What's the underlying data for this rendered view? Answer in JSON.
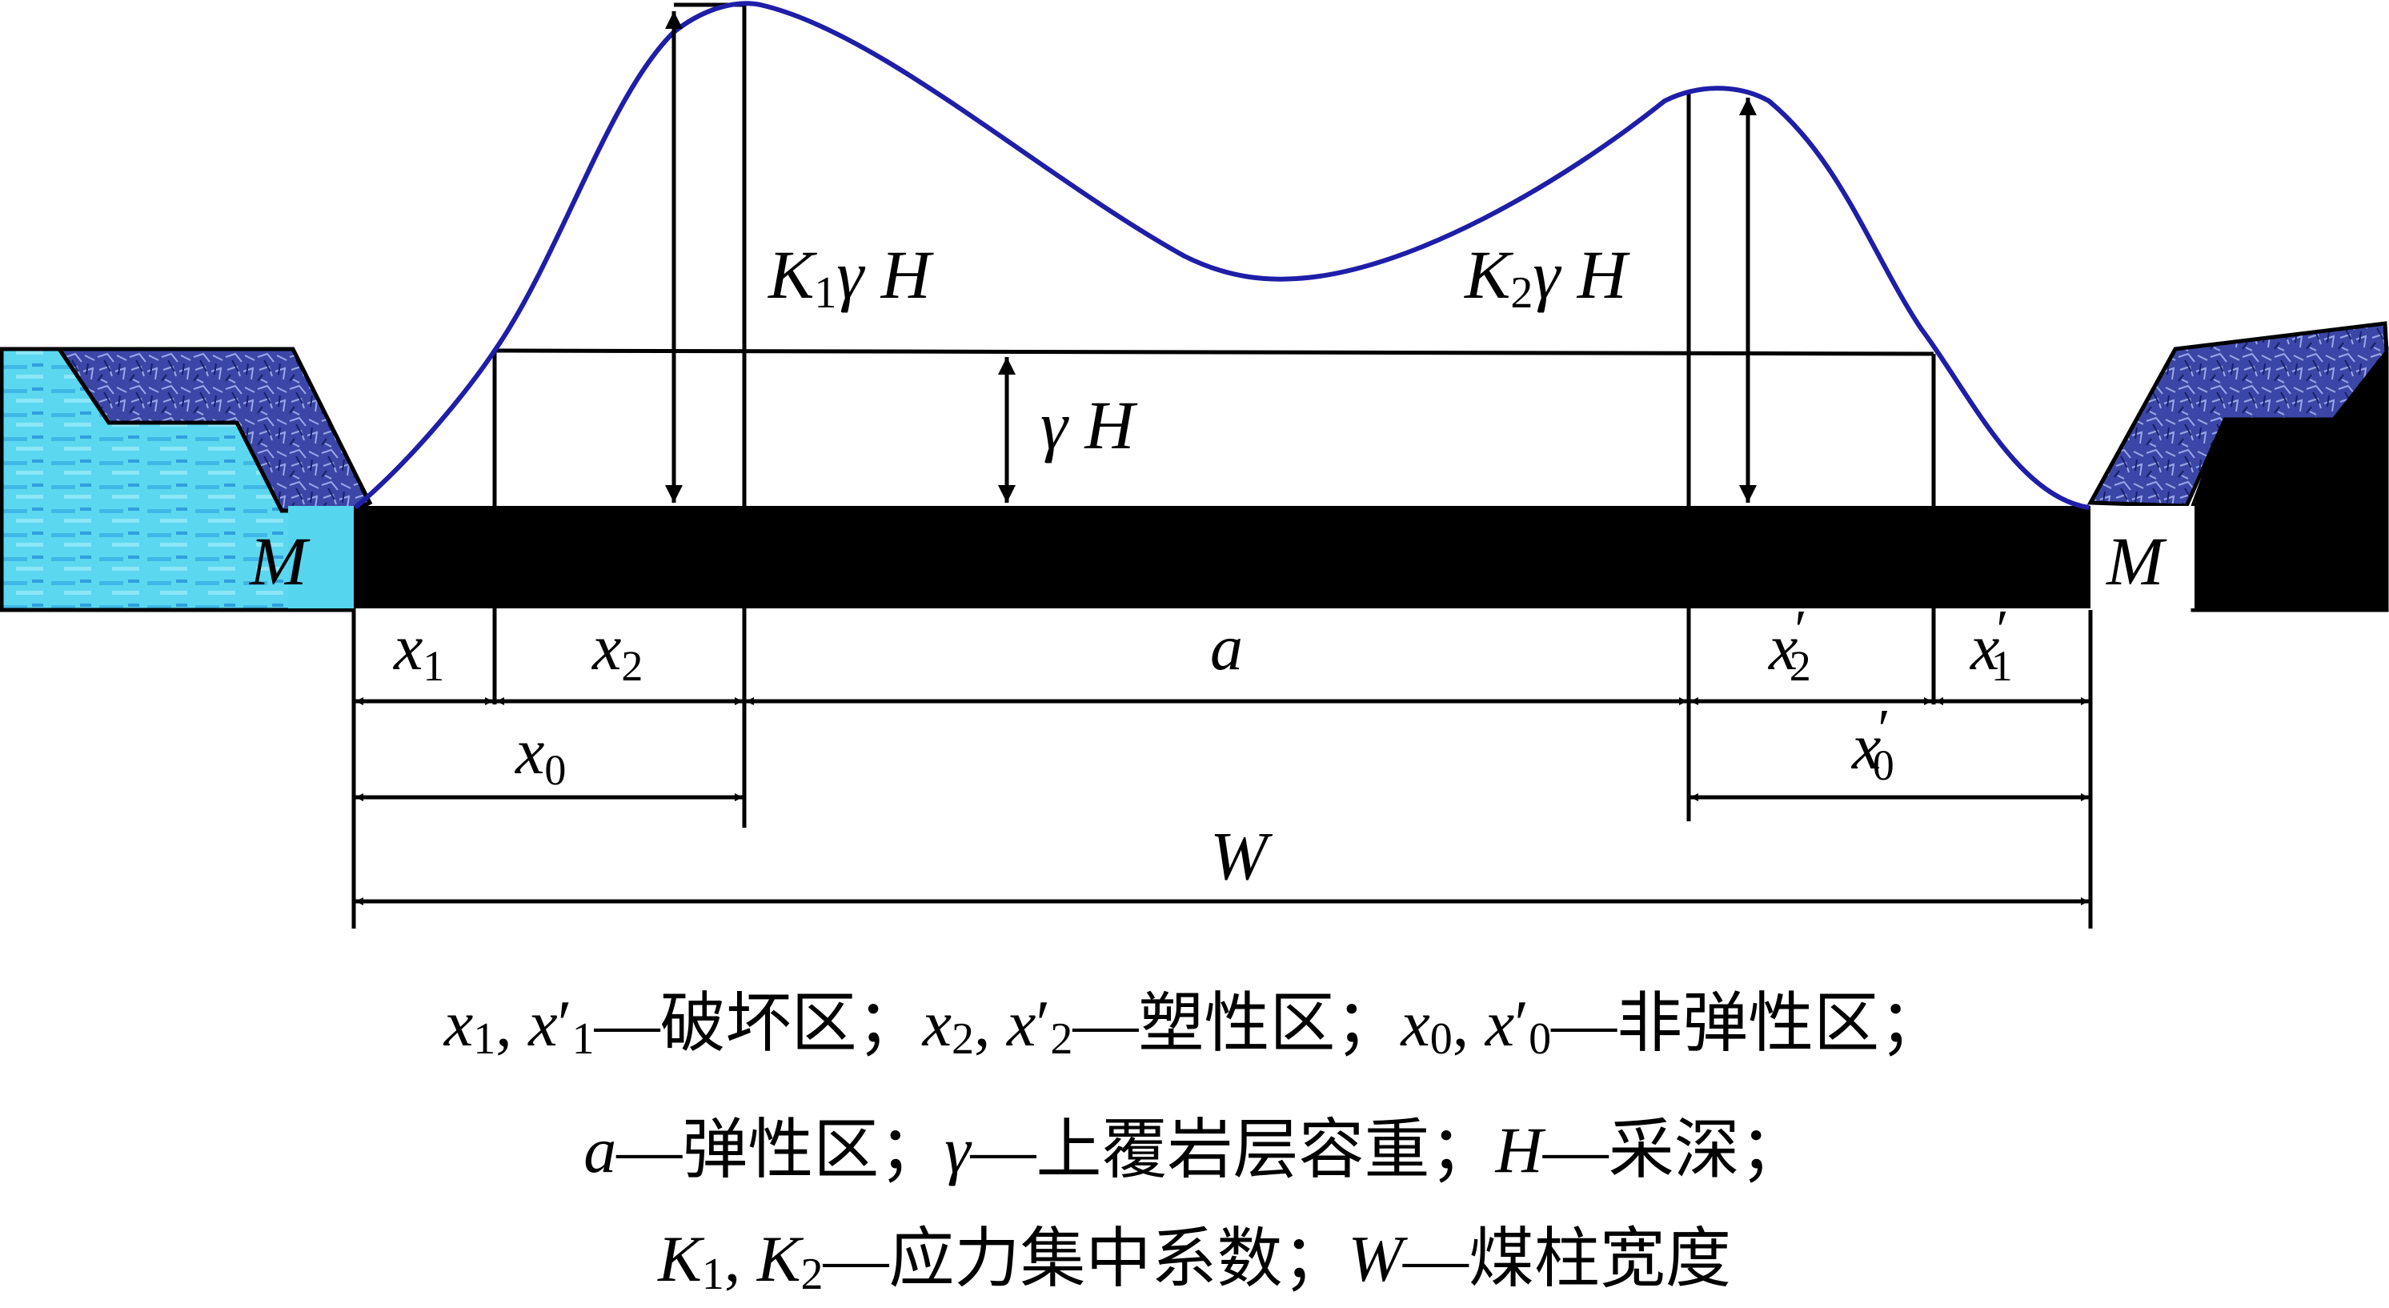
{
  "labels": {
    "peak_left": {
      "k": "K",
      "k_sub": "1",
      "rest": "γ H"
    },
    "peak_right": {
      "k": "K",
      "k_sub": "2",
      "rest": "γ H"
    },
    "gamma_h": "γ H",
    "pillar_left": "M",
    "pillar_right": "M",
    "x1": {
      "base": "x",
      "sub": "1"
    },
    "x2": {
      "base": "x",
      "sub": "2"
    },
    "a": "a",
    "x2p": {
      "base": "x",
      "prime": "′",
      "sub": "2"
    },
    "x1p": {
      "base": "x",
      "prime": "′",
      "sub": "1"
    },
    "x0": {
      "base": "x",
      "sub": "0"
    },
    "x0p": {
      "base": "x",
      "prime": "′",
      "sub": "0"
    },
    "w": "W"
  },
  "legend": {
    "line1": [
      {
        "t": "x",
        "i": true
      },
      {
        "t": "1",
        "sub": true
      },
      {
        "t": ", ",
        "i": false
      },
      {
        "t": "x",
        "i": true
      },
      {
        "t": "′",
        "i": false
      },
      {
        "t": "1",
        "sub": true
      },
      {
        "t": "—破坏区；",
        "i": false
      },
      {
        "t": "x",
        "i": true
      },
      {
        "t": "2",
        "sub": true
      },
      {
        "t": ", ",
        "i": false
      },
      {
        "t": "x",
        "i": true
      },
      {
        "t": "′",
        "i": false
      },
      {
        "t": "2",
        "sub": true
      },
      {
        "t": "—塑性区；",
        "i": false
      },
      {
        "t": "x",
        "i": true
      },
      {
        "t": "0",
        "sub": true
      },
      {
        "t": ", ",
        "i": false
      },
      {
        "t": "x",
        "i": true
      },
      {
        "t": "′",
        "i": false
      },
      {
        "t": "0",
        "sub": true
      },
      {
        "t": "—非弹性区；",
        "i": false
      }
    ],
    "line2": [
      {
        "t": "a",
        "i": true
      },
      {
        "t": "—弹性区；",
        "i": false
      },
      {
        "t": "γ",
        "i": true
      },
      {
        "t": "—上覆岩层容重；",
        "i": false
      },
      {
        "t": "H",
        "i": true
      },
      {
        "t": "—采深；",
        "i": false
      }
    ],
    "line3": [
      {
        "t": "K",
        "i": true
      },
      {
        "t": "1",
        "sub": true
      },
      {
        "t": ", ",
        "i": false
      },
      {
        "t": "K",
        "i": true
      },
      {
        "t": "2",
        "sub": true
      },
      {
        "t": "—应力集中系数；",
        "i": false
      },
      {
        "t": "W",
        "i": true
      },
      {
        "t": "—煤柱宽度",
        "i": false
      }
    ]
  },
  "colors": {
    "curve": "#1e1ea8",
    "pillar": "#000000",
    "goaf_light": "#55d6ee",
    "goaf_rock": "#3a44a8",
    "lines": "#000000"
  }
}
